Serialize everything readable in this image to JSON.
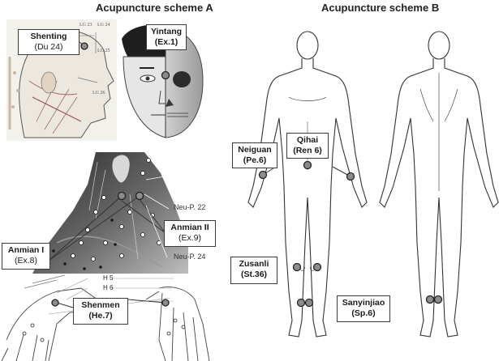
{
  "scheme_a": {
    "title": "Acupuncture scheme A",
    "points": {
      "shenting": {
        "name": "Shenting",
        "code": "(Du 24)"
      },
      "yintang": {
        "name": "Yintang",
        "code": "(Ex.1)"
      },
      "anmian1": {
        "name": "Anmian I",
        "code": "(Ex.8)"
      },
      "anmian2": {
        "name": "Anmian II",
        "code": "(Ex.9)"
      },
      "shenmen": {
        "name": "Shenmen",
        "code": "(He.7)"
      }
    },
    "neck_labels": {
      "neu22": "Neu-P. 22",
      "neu24": "Neu-P. 24",
      "h5": "H 5",
      "h6": "H 6"
    },
    "head_small_labels": {
      "lg24": "LG 24",
      "lg25": "LG 25",
      "lg26": "LG 26",
      "lg23": "LG 23"
    }
  },
  "scheme_b": {
    "title": "Acupuncture scheme B",
    "points": {
      "neiguan": {
        "name": "Neiguan",
        "code": "(Pe.6)"
      },
      "qihai": {
        "name": "Qihai",
        "code": "(Ren 6)"
      },
      "zusanli": {
        "name": "Zusanli",
        "code": "(St.36)"
      },
      "sanyinjiao": {
        "name": "Sanyinjiao",
        "code": "(Sp.6)"
      }
    }
  },
  "colors": {
    "marker": "#8c8c8c",
    "marker_stroke": "#222222",
    "sketch": "#333333",
    "photo_dark": "#3a3a3a"
  }
}
